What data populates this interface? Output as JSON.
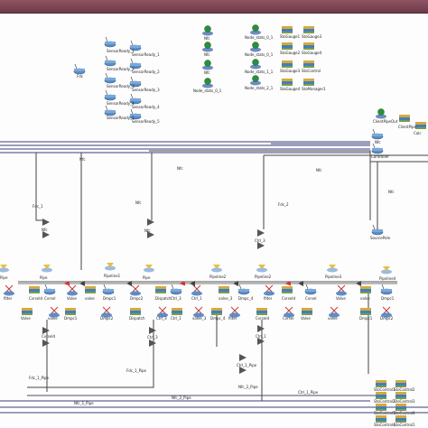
{
  "window": {
    "titlebar_color": "#7a4453"
  },
  "colors": {
    "bus_line": "#3c3f7a",
    "wire": "#4a4a6a",
    "valve": "#555555",
    "arrow": "#d43838",
    "globe": "#2a8f3c",
    "device_blue": "#5a8ec8"
  },
  "icons": {
    "router": "router-icon",
    "sensor": "globe-sensor-icon",
    "valve": "valve-icon",
    "storage": "storage-stack-icon",
    "flow_arrow": "flow-arrow-icon"
  },
  "labels": {
    "top_left": [
      "Fdc",
      "SensorReady_1",
      "SensorReady_2",
      "SensorReady_3",
      "SensorReady_4",
      "SensorReady_5",
      "Nfc"
    ],
    "top_mid": [
      "Nfc",
      "Nfc",
      "Nfc",
      "Node_stats_0_1",
      "Node_stats_0_1",
      "Node_stats_1_1",
      "Node_stats_2_1"
    ],
    "top_right": [
      "StoGauge1",
      "StoGauge2",
      "StoGauge3",
      "StoGauge4",
      "StoControl",
      "StoManager1"
    ],
    "right_side": [
      "ClientPipeOut",
      "ClientPipe",
      "Calc",
      "Nfc",
      "Controller",
      "SourcePole"
    ],
    "bottom_right": [
      "StoControl1",
      "StoControl2",
      "StoControl3",
      "StoControl4"
    ],
    "middle_row": [
      "Pipe",
      "Pipe",
      "Pipe",
      "Pipeline1",
      "Pipeline2",
      "Pipeline3",
      "Pipeline4"
    ],
    "row_labels": [
      "filter",
      "Cvrseld",
      "Cvrsel",
      "Valve",
      "valve",
      "Dmpc1",
      "Dmpc2",
      "Dispatch",
      "Ctrl_3",
      "Ctrl_1",
      "valve_3",
      "Dmpc_4"
    ],
    "wires": [
      "Nfc",
      "Nfc",
      "Nfc",
      "Nfc",
      "Nfc",
      "Fdc_1",
      "Fdc_2",
      "Nfc",
      "Fdc_1_Pipe",
      "Fdc_1_Pipe",
      "Nfc_1_Pipe",
      "Nfc_2_Pipe",
      "Ctrl_1_Pipe"
    ]
  }
}
